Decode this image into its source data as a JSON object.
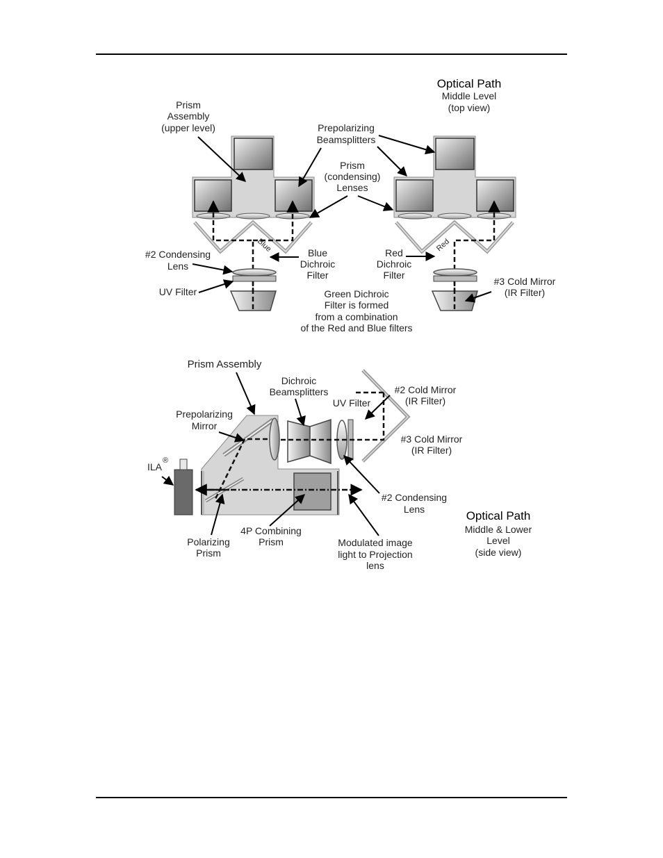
{
  "top_view": {
    "title": "Optical Path",
    "subtitle_1": "Middle Level",
    "subtitle_2": "(top view)",
    "prism_assembly": [
      "Prism",
      "Assembly",
      "(upper level)"
    ],
    "prepolarizing": [
      "Prepolarizing",
      "Beamsplitters"
    ],
    "prism_lenses": [
      "Prism",
      "(condensing)",
      "Lenses"
    ],
    "condensing_lens_2": [
      "#2 Condensing",
      "Lens"
    ],
    "uv_filter": "UV Filter",
    "blue_dichroic": [
      "Blue",
      "Dichroic",
      "Filter"
    ],
    "red_dichroic": [
      "Red",
      "Dichroic",
      "Filter"
    ],
    "cold_mirror_3": [
      "#3 Cold Mirror",
      "(IR Filter)"
    ],
    "green_note": [
      "Green Dichroic",
      "Filter is formed",
      "from a combination",
      "of the Red and Blue filters"
    ],
    "blue_mark": "Blue",
    "red_mark": "Red"
  },
  "side_view": {
    "title": "Optical Path",
    "subtitle_1": "Middle  & Lower",
    "subtitle_2": "Level",
    "subtitle_3": "(side view)",
    "prism_assembly": "Prism Assembly",
    "dichroic_beamsplitters": [
      "Dichroic",
      "Beamsplitters"
    ],
    "cold_mirror_2": [
      "#2 Cold Mirror",
      "(IR Filter)"
    ],
    "uv_filter": "UV Filter",
    "prepolarizing_mirror": [
      "Prepolarizing",
      "Mirror"
    ],
    "cold_mirror_3": [
      "#3 Cold Mirror",
      "(IR Filter)"
    ],
    "ila": "ILA",
    "ila_mark": "®",
    "condensing_lens_2": [
      "#2 Condensing",
      "Lens"
    ],
    "combining_prism": [
      "4P Combining",
      "Prism"
    ],
    "polarizing_prism": [
      "Polarizing",
      "Prism"
    ],
    "modulated_light": [
      "Modulated image",
      "light to Projection",
      "lens"
    ]
  }
}
